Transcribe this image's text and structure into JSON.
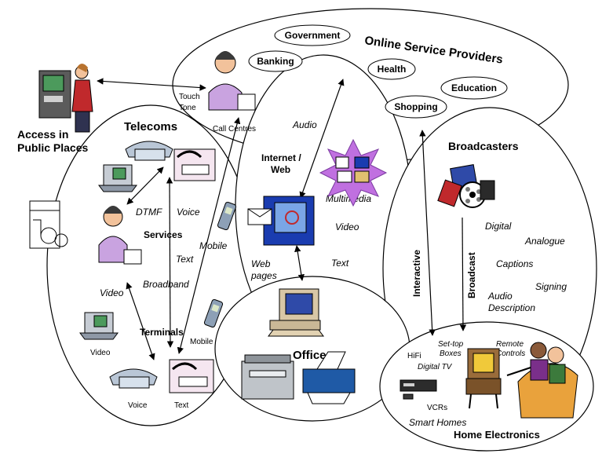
{
  "regions": {
    "online_service_providers": "Online Service Providers",
    "telecoms": "Telecoms",
    "internet_web": [
      "Internet /",
      "Web"
    ],
    "broadcasters": "Broadcasters",
    "office": "Office",
    "home_electronics": "Home Electronics",
    "access_public": [
      "Access in",
      "Public Places"
    ]
  },
  "services_pills": {
    "government": "Government",
    "banking": "Banking",
    "health": "Health",
    "education": "Education",
    "shopping": "Shopping"
  },
  "labels": {
    "touch_tone": [
      "Touch",
      "Tone"
    ],
    "call_centres": "Call Centres",
    "audio": "Audio",
    "multimedia": "Multimedia",
    "video_web": "Video",
    "text_web": "Text",
    "web_pages": [
      "Web",
      "pages"
    ],
    "dtmf": "DTMF",
    "voice_italic": "Voice",
    "services": "Services",
    "text_tel": "Text",
    "mobile_italic": "Mobile",
    "broadband": "Broadband",
    "video_italic": "Video",
    "terminals": "Terminals",
    "video_small": "Video",
    "mobile_small": "Mobile",
    "voice_small": "Voice",
    "text_small": "Text",
    "interactive": "Interactive",
    "broadcast": "Broadcast",
    "digital": "Digital",
    "analogue": "Analogue",
    "captions": "Captions",
    "signing": "Signing",
    "audio_description": [
      "Audio",
      "Description"
    ],
    "hifi": "HiFi",
    "settop": [
      "Set-top",
      "Boxes"
    ],
    "remote": [
      "Remote",
      "Controls"
    ],
    "digital_tv": "Digital TV",
    "vcrs": "VCRs",
    "smart_homes": "Smart Homes"
  },
  "icons": [
    "atm-user-icon",
    "call-centre-agent-icon",
    "telephone-icon",
    "videophone-icon",
    "text-phone-icon",
    "mobile-phone-icon",
    "phone-booth-icon",
    "computer-email-icon",
    "multimedia-icon",
    "film-reel-icon",
    "office-computer-icon",
    "copier-icon",
    "printer-icon",
    "tv-icon",
    "vcr-icon",
    "elderly-viewers-icon"
  ],
  "colors": {
    "region_stroke": "#000000",
    "screen_blue": "#1a3cb0",
    "agent_purple": "#c9a3e0",
    "multimedia_purple": "#c070e0",
    "atm_green": "#4c9a5c",
    "couch_orange": "#e9a23c",
    "booth_red": "#b03030"
  }
}
